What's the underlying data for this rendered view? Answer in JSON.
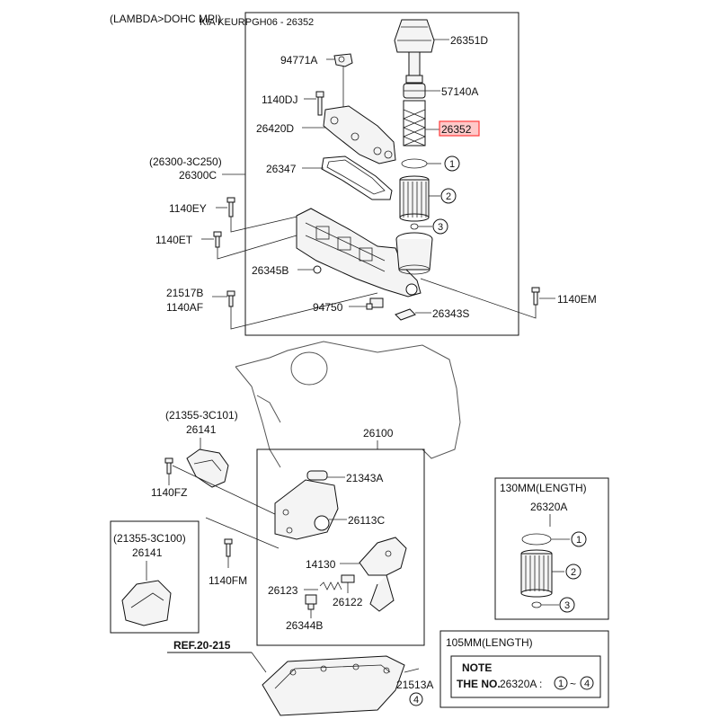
{
  "header": {
    "engine": "(LAMBDA>DOHC MPI)",
    "catalog": "KIA KEURPGH06 - 26352"
  },
  "labels": {
    "p26351D": "26351D",
    "p94771A": "94771A",
    "p57140A": "57140A",
    "p1140DJ": "1140DJ",
    "p26352": "26352",
    "p26420D": "26420D",
    "p26300_ref": "(26300-3C250)",
    "p26300C": "26300C",
    "p26347": "26347",
    "p1140EY": "1140EY",
    "p1140ET": "1140ET",
    "p26345B": "26345B",
    "p21517B": "21517B",
    "p1140AF": "1140AF",
    "p94750": "94750",
    "p26343S": "26343S",
    "p1140EM": "1140EM",
    "p21355_ref_top": "(21355-3C101)",
    "p26141_top": "26141",
    "p26100": "26100",
    "p21343A": "21343A",
    "p1140FZ": "1140FZ",
    "p26113C": "26113C",
    "p21355_ref_bottom": "(21355-3C100)",
    "p26141_bottom": "26141",
    "p1140FM": "1140FM",
    "p14130": "14130",
    "p26123": "26123",
    "p26122": "26122",
    "p26344B": "26344B",
    "ref_20_215": "REF.20-215",
    "p21513A": "21513A"
  },
  "callouts": {
    "c1": "1",
    "c2": "2",
    "c3": "3",
    "c4": "4"
  },
  "filter_130": {
    "title": "130MM(LENGTH)",
    "part": "26320A"
  },
  "filter_105": {
    "title": "105MM(LENGTH)",
    "note_label": "NOTE",
    "the_no_label": "THE NO.",
    "part": "26320A :",
    "range_sep": "~"
  },
  "colors": {
    "highlight": "#ff3b3b",
    "highlight_fill": "#ffc9c9"
  }
}
